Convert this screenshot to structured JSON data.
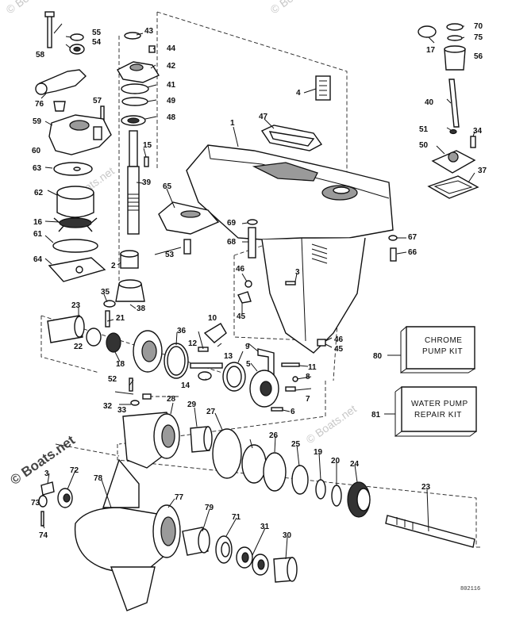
{
  "labels": {
    "p1": "1",
    "p2": "2",
    "p3": "3",
    "p3b": "3",
    "p4": "4",
    "p5": "5",
    "p6": "6",
    "p7": "7",
    "p8": "8",
    "p9": "9",
    "p10": "10",
    "p11": "11",
    "p12": "12",
    "p13": "13",
    "p14": "14",
    "p15": "15",
    "p16": "16",
    "p17": "17",
    "p18": "18",
    "p19": "19",
    "p20": "20",
    "p21": "21",
    "p22": "22",
    "p23": "23",
    "p23b": "23",
    "p24": "24",
    "p25": "25",
    "p26": "26",
    "p27": "27",
    "p28": "28",
    "p29": "29",
    "p30": "30",
    "p31": "31",
    "p32": "32",
    "p33": "33",
    "p34": "34",
    "p35": "35",
    "p36": "36",
    "p37": "37",
    "p38": "38",
    "p39": "39",
    "p40": "40",
    "p41": "41",
    "p42": "42",
    "p43": "43",
    "p44": "44",
    "p45": "45",
    "p45b": "45",
    "p46": "46",
    "p46b": "46",
    "p47": "47",
    "p48": "48",
    "p49": "49",
    "p50": "50",
    "p51": "51",
    "p52": "52",
    "p53": "53",
    "p54": "54",
    "p55": "55",
    "p56": "56",
    "p57": "57",
    "p58": "58",
    "p59": "59",
    "p60": "60",
    "p61": "61",
    "p62": "62",
    "p63": "63",
    "p64": "64",
    "p65": "65",
    "p66": "66",
    "p67": "67",
    "p68": "68",
    "p69": "69",
    "p70": "70",
    "p71": "71",
    "p72": "72",
    "p73": "73",
    "p74": "74",
    "p75": "75",
    "p76": "76",
    "p77": "77",
    "p78": "78",
    "p79": "79",
    "p80": "80",
    "p81": "81"
  },
  "kits": {
    "chrome_line1": "CHROME",
    "chrome_line2": "PUMP KIT",
    "water_line1": "WATER PUMP",
    "water_line2": "REPAIR KIT"
  },
  "watermark": {
    "text": "© Boats.net"
  },
  "drawing_code": "802116",
  "colors": {
    "ink": "#111111",
    "background": "#ffffff",
    "watermark": "#c8c8c8"
  }
}
